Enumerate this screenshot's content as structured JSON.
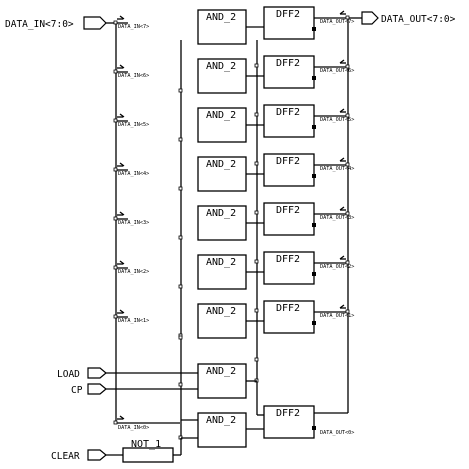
{
  "ports": {
    "data_in": "DATA_IN<7:0>",
    "data_out": "DATA_OUT<7:0>",
    "load": "LOAD",
    "cp": "CP",
    "clear": "CLEAR"
  },
  "gates": {
    "and_label": "AND_2",
    "dff_label": "DFF2",
    "not_label": "NOT_1"
  },
  "bus_taps_in": [
    "DATA_IN<7>",
    "DATA_IN<6>",
    "DATA_IN<5>",
    "DATA_IN<4>",
    "DATA_IN<3>",
    "DATA_IN<2>",
    "DATA_IN<1>",
    "DATA_IN<0>"
  ],
  "bus_taps_out": [
    "DATA_OUT<7>",
    "DATA_OUT<6>",
    "DATA_OUT<5>",
    "DATA_OUT<4>",
    "DATA_OUT<3>",
    "DATA_OUT<2>",
    "DATA_OUT<1>",
    "DATA_OUT<0>"
  ]
}
